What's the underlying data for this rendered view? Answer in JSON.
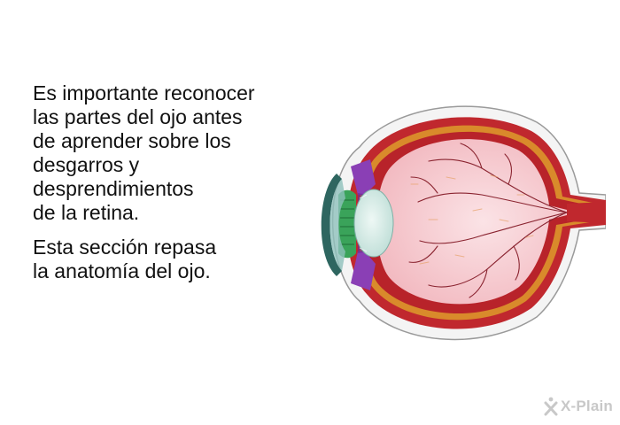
{
  "intro": {
    "paragraph1": [
      "Es importante reconocer",
      "las partes del ojo antes",
      "de aprender sobre los",
      "desgarros y",
      "desprendimientos",
      "de la retina."
    ],
    "paragraph2": [
      "Esta sección repasa",
      "la anatomía del ojo."
    ]
  },
  "logo": {
    "brand": "X-Plain"
  },
  "colors": {
    "sclera": "#c0282e",
    "choroid": "#d98a2b",
    "retina_fill": "#f6c7cc",
    "iris": "#8a3fb5",
    "cornea": "#2e6660",
    "lens": "#cfe7e2",
    "ciliary": "#3aa35a",
    "logo": "#c8c8c8"
  },
  "icons": {
    "logo_mark": "x-stick-figure-icon"
  }
}
